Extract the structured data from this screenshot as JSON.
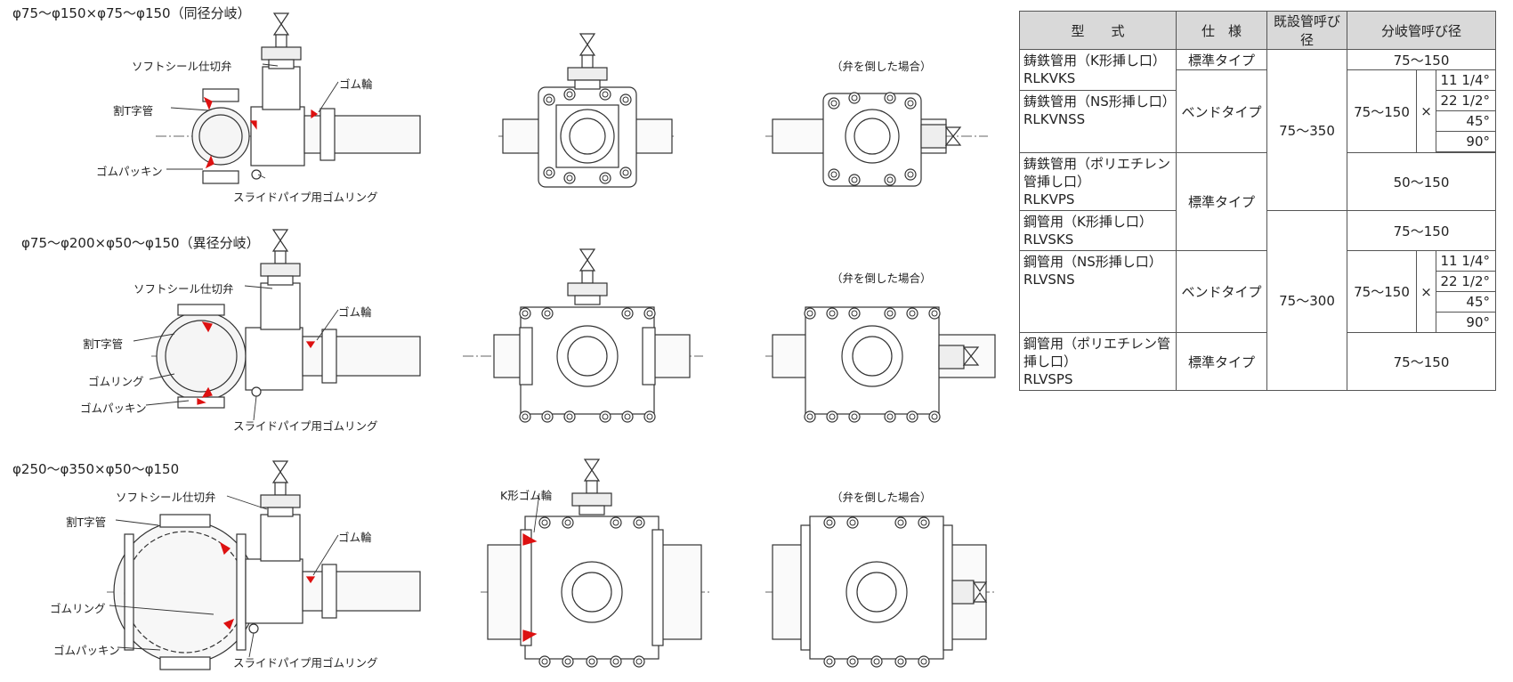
{
  "sections": [
    {
      "title": "φ75～φ150×φ75～φ150（同径分岐）",
      "labels": {
        "soft_seal_valve": "ソフトシール仕切弁",
        "split_tee": "割T字管",
        "rubber_ring": "ゴム輪",
        "rubber_packing": "ゴムパッキン",
        "slide_pipe_ring": "スライドパイプ用ゴムリング",
        "valve_laid": "（弁を倒した場合）"
      }
    },
    {
      "title": "φ75～φ200×φ50～φ150（異径分岐）",
      "labels": {
        "soft_seal_valve": "ソフトシール仕切弁",
        "split_tee": "割T字管",
        "rubber_ring": "ゴム輪",
        "rubber_ring2": "ゴムリング",
        "rubber_packing": "ゴムパッキン",
        "slide_pipe_ring": "スライドパイプ用ゴムリング",
        "valve_laid": "（弁を倒した場合）"
      }
    },
    {
      "title": "φ250～φ350×φ50～φ150",
      "labels": {
        "soft_seal_valve": "ソフトシール仕切弁",
        "split_tee": "割T字管",
        "rubber_ring": "ゴム輪",
        "rubber_ring2": "ゴムリング",
        "rubber_packing": "ゴムパッキン",
        "slide_pipe_ring": "スライドパイプ用ゴムリング",
        "k_rubber": "K形ゴム輪",
        "valve_laid": "（弁を倒した場合）"
      }
    }
  ],
  "table": {
    "headers": [
      "型　　式",
      "仕　様",
      "既設管呼び径",
      "分岐管呼び径"
    ],
    "rows": {
      "r1_model": "鋳鉄管用（K形挿し口）",
      "r1_code": "RLKVKS",
      "r2_model": "鋳鉄管用（NS形挿し口）",
      "r2_code": "RLKVNSS",
      "r3_model": "鋳鉄管用（ポリエチレン管挿し口）",
      "r3_code": "RLKVPS",
      "r4_model": "鋼管用（K形挿し口）",
      "r4_code": "RLVSKS",
      "r5_model": "鋼管用（NS形挿し口）",
      "r5_code": "RLVSNS",
      "r6_model": "鋼管用（ポリエチレン管挿し口）",
      "r6_code": "RLVSPS"
    },
    "spec_standard": "標準タイプ",
    "spec_bend": "ベンドタイプ",
    "existing_350": "75～350",
    "existing_300": "75～300",
    "branch_75_150": "75～150",
    "branch_50_150": "50～150",
    "times": "×",
    "angles": [
      "11 1/4°",
      "22 1/2°",
      "45°",
      "90°"
    ]
  }
}
